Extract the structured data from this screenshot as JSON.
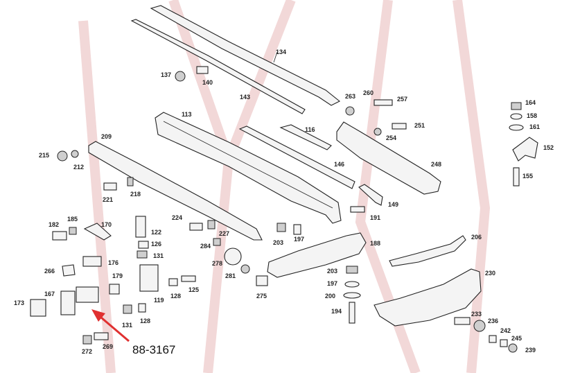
{
  "callout": {
    "text": "88-3167",
    "arrow_color": "#e03030"
  },
  "watermark": {
    "color": "#f2d8d8"
  },
  "part_labels": [
    "134",
    "137",
    "140",
    "143",
    "113",
    "116",
    "146",
    "263",
    "260",
    "257",
    "251",
    "254",
    "248",
    "164",
    "158",
    "161",
    "152",
    "155",
    "209",
    "215",
    "212",
    "221",
    "218",
    "149",
    "191",
    "182",
    "185",
    "170",
    "224",
    "122",
    "126",
    "131",
    "227",
    "284",
    "278",
    "281",
    "203",
    "197",
    "188",
    "206",
    "176",
    "266",
    "179",
    "167",
    "173",
    "119",
    "128",
    "125",
    "275",
    "203",
    "197",
    "200",
    "194",
    "230",
    "131",
    "128",
    "269",
    "272",
    "233",
    "236",
    "242",
    "245",
    "239"
  ]
}
